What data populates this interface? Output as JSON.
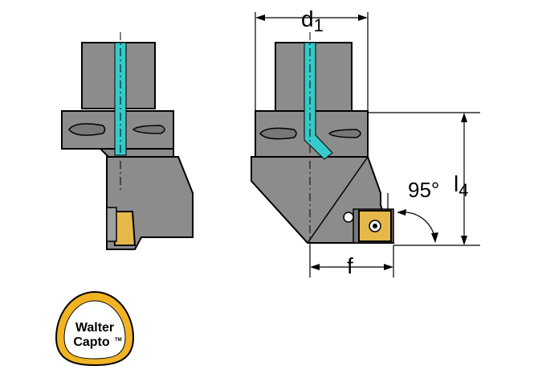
{
  "dimensions": {
    "d1": {
      "main": "d",
      "sub": "1"
    },
    "l4": {
      "main": "l",
      "sub": "4"
    },
    "f": "f",
    "angle": "95°"
  },
  "logo": {
    "line1": "Walter",
    "line2": "Capto",
    "tm": "TM"
  },
  "colors": {
    "body": "#8c8c8c",
    "body_dark": "#777777",
    "coolant": "#36c9c9",
    "insert": "#e6b84a",
    "logo_ring": "#f0b323",
    "outline": "#000000"
  }
}
